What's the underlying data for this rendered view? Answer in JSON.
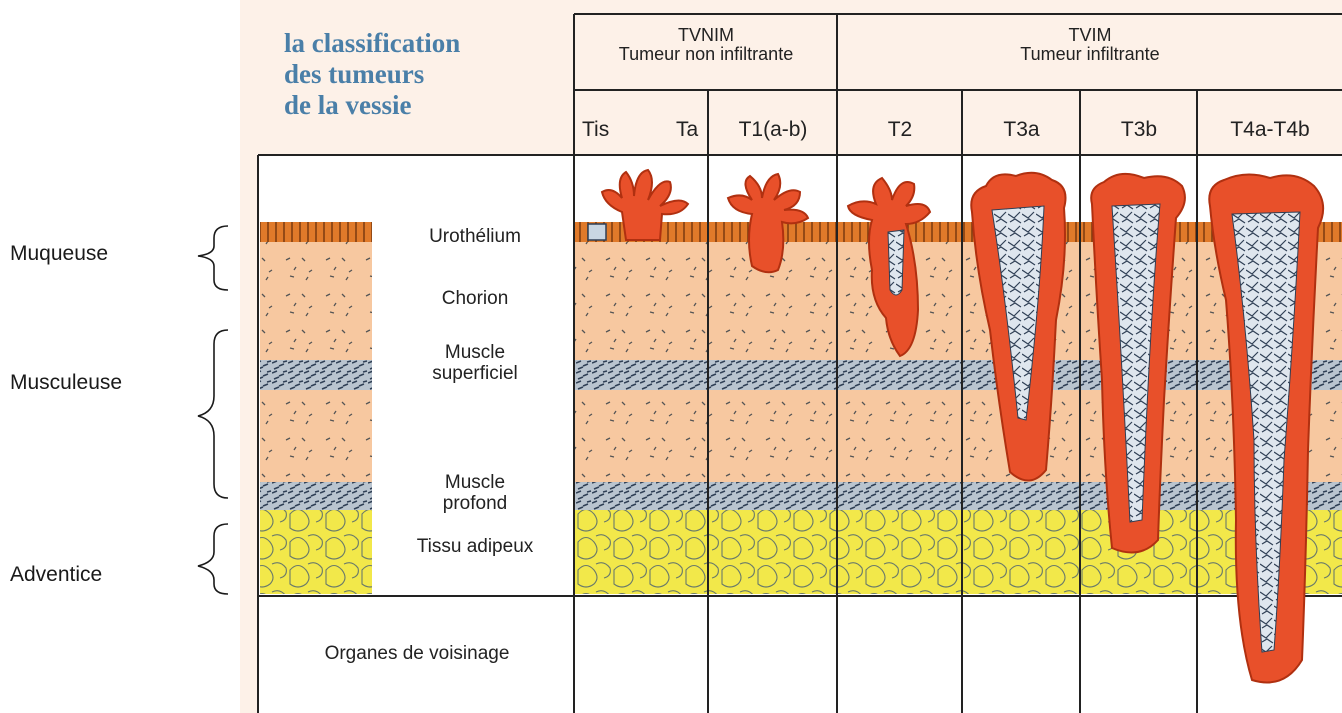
{
  "title": {
    "line1": "la classification",
    "line2": "des tumeurs",
    "line3": "de la vessie"
  },
  "groups": {
    "tvnim": {
      "abbr": "TVNIM",
      "desc": "Tumeur non infiltrante"
    },
    "tvim": {
      "abbr": "TVIM",
      "desc": "Tumeur infiltrante"
    }
  },
  "stages": {
    "tis": "Tis",
    "ta": "Ta",
    "t1": "T1(a-b)",
    "t2": "T2",
    "t3a": "T3a",
    "t3b": "T3b",
    "t4": "T4a-T4b"
  },
  "layers": {
    "urothelium": "Urothélium",
    "chorion": "Chorion",
    "muscle_sup_1": "Muscle",
    "muscle_sup_2": "superficiel",
    "muscle_prof_1": "Muscle",
    "muscle_prof_2": "profond",
    "adipeux": "Tissu adipeux",
    "voisinage": "Organes de voisinage"
  },
  "side_groups": {
    "muqueuse": "Muqueuse",
    "musculeuse": "Musculeuse",
    "adventice": "Adventice"
  },
  "colors": {
    "title": "#4a7fa8",
    "chorion": "#f7c8a0",
    "urothelium": "#e07a2a",
    "muscle": "#8fa0b0",
    "fat": "#f2e84a",
    "tumor": "#e8502a",
    "tumor_core": "#dfe6ee",
    "frame_bg": "#fdf1e8"
  }
}
